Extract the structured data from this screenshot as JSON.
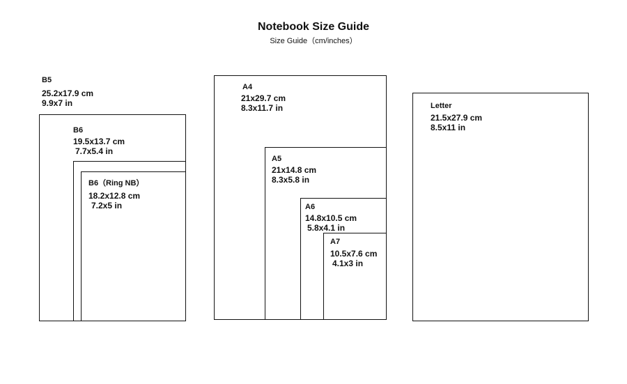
{
  "header": {
    "title": "Notebook Size Guide",
    "subtitle": "Size Guide（cm/inches）"
  },
  "sizes": {
    "b5": {
      "name": "B5",
      "cm": "25.2x17.9 cm",
      "in": "9.9x7 in"
    },
    "b6": {
      "name": "B6",
      "cm": "19.5x13.7 cm",
      "in": "7.7x5.4 in"
    },
    "b6ring": {
      "name": "B6（Ring NB）",
      "cm": "18.2x12.8 cm",
      "in": "7.2x5 in"
    },
    "a4": {
      "name": "A4",
      "cm": "21x29.7 cm",
      "in": "8.3x11.7 in"
    },
    "a5": {
      "name": "A5",
      "cm": "21x14.8 cm",
      "in": "8.3x5.8 in"
    },
    "a6": {
      "name": "A6",
      "cm": "14.8x10.5 cm",
      "in": "5.8x4.1 in"
    },
    "a7": {
      "name": "A7",
      "cm": "10.5x7.6 cm",
      "in": "4.1x3 in"
    },
    "letter": {
      "name": "Letter",
      "cm": "21.5x27.9 cm",
      "in": "8.5x11 in"
    }
  }
}
